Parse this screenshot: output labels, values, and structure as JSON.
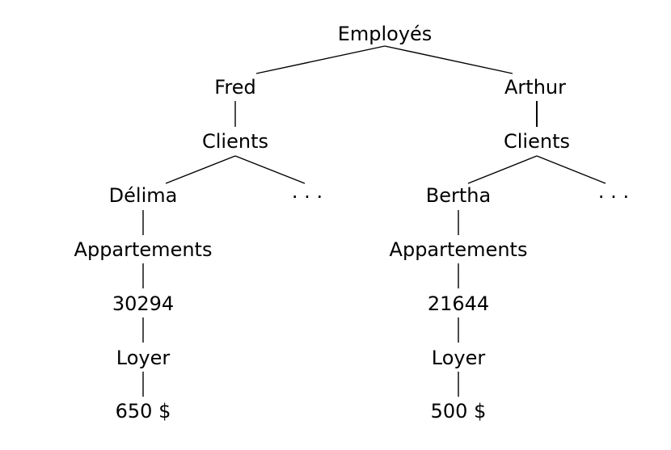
{
  "tree": {
    "root": "Employés",
    "left": {
      "employee": "Fred",
      "clients": "Clients",
      "client": "Délima",
      "more": ". . .",
      "apartments": "Appartements",
      "apartment_id": "30294",
      "rent_label": "Loyer",
      "rent_value": "650 $"
    },
    "right": {
      "employee": "Arthur",
      "clients": "Clients",
      "client": "Bertha",
      "more": ". . .",
      "apartments": "Appartements",
      "apartment_id": "21644",
      "rent_label": "Loyer",
      "rent_value": "500 $"
    }
  }
}
